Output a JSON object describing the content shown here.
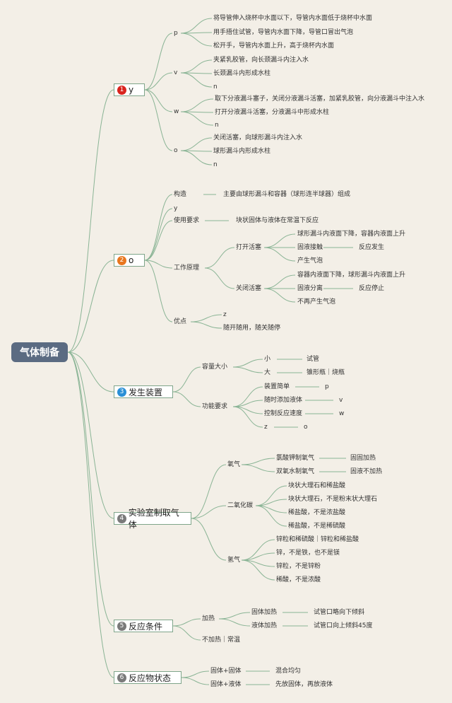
{
  "root": "气体制备",
  "branches": [
    {
      "n": "1",
      "label": "y",
      "color": "#d9241e",
      "p": {
        "label": "p",
        "items": [
          "将导管伸入烧杯中水面以下，导管内水面低于烧杯中水面",
          "用手捂住试管，导管内水面下降，导管口冒出气泡",
          "松开手，导管内水面上升，高于烧杯内水面"
        ]
      },
      "v": {
        "label": "v",
        "items": [
          "夹紧乳胶管，向长颈漏斗内注入水",
          "长颈漏斗内形成水柱",
          "n"
        ]
      },
      "w": {
        "label": "w",
        "items": [
          "取下分液漏斗塞子，关闭分液漏斗活塞，加紧乳胶管，向分液漏斗中注入水",
          "打开分液漏斗活塞，分液漏斗中形成水柱",
          "n"
        ]
      },
      "o": {
        "label": "o",
        "items": [
          "关闭活塞，向球形漏斗内注入水",
          "球形漏斗内形成水柱",
          "n"
        ]
      }
    },
    {
      "n": "2",
      "label": "o",
      "color": "#e8761e",
      "gouzao": {
        "label": "构造",
        "detail": "主要由球形漏斗和容器（球形连半球器）组成"
      },
      "y": "y",
      "use": {
        "label": "使用要求",
        "detail": "块状固体与液体在常温下反应"
      },
      "work": {
        "label": "工作原理",
        "open": {
          "label": "打开活塞",
          "items": [
            "球形漏斗内液面下降，容器内液面上升",
            "固液接触",
            "产生气泡"
          ],
          "extra": "反应发生"
        },
        "close": {
          "label": "关闭活塞",
          "items": [
            "容器内液面下降，球形漏斗内液面上升",
            "固液分离",
            "不再产生气泡"
          ],
          "extra": "反应停止"
        }
      },
      "adv": {
        "label": "优点",
        "items": [
          "z",
          "随开随用，随关随停"
        ]
      }
    },
    {
      "n": "3",
      "label": "发生装置",
      "color": "#2a8fd6",
      "cap": {
        "label": "容量大小",
        "small": "小",
        "small_d": "试管",
        "big": "大",
        "big_d": "锥形瓶｜烧瓶"
      },
      "func": {
        "label": "功能要求",
        "items": [
          [
            "装置简单",
            "p"
          ],
          [
            "随时添加液体",
            "v"
          ],
          [
            "控制反应速度",
            "w"
          ],
          [
            "z",
            "o"
          ]
        ]
      }
    },
    {
      "n": "4",
      "label": "实验室制取气体",
      "color": "#7a7a7a",
      "o2": {
        "label": "氧气",
        "items": [
          [
            "氯酸钾制氧气",
            "固固加热"
          ],
          [
            "双氧水制氧气",
            "固液不加热"
          ]
        ]
      },
      "co2": {
        "label": "二氧化碳",
        "items": [
          "块状大理石和稀盐酸",
          "块状大理石，不是粉末状大理石",
          "稀盐酸，不是浓盐酸",
          "稀盐酸，不是稀硫酸"
        ]
      },
      "h2": {
        "label": "氢气",
        "items": [
          "锌粒和稀硫酸｜锌粒和稀盐酸",
          "锌，不是铁，也不是镁",
          "锌粒，不是锌粉",
          "稀酸，不是浓酸"
        ]
      }
    },
    {
      "n": "5",
      "label": "反应条件",
      "color": "#7a7a7a",
      "heat": {
        "label": "加热",
        "items": [
          [
            "固体加热",
            "试管口略向下倾斜"
          ],
          [
            "液体加热",
            "试管口向上倾斜45度"
          ]
        ]
      },
      "noheat": "不加热｜常温"
    },
    {
      "n": "6",
      "label": "反应物状态",
      "color": "#7a7a7a",
      "items": [
        [
          "固体+固体",
          "混合均匀"
        ],
        [
          "固体+液体",
          "先放固体，再放液体"
        ]
      ]
    }
  ]
}
